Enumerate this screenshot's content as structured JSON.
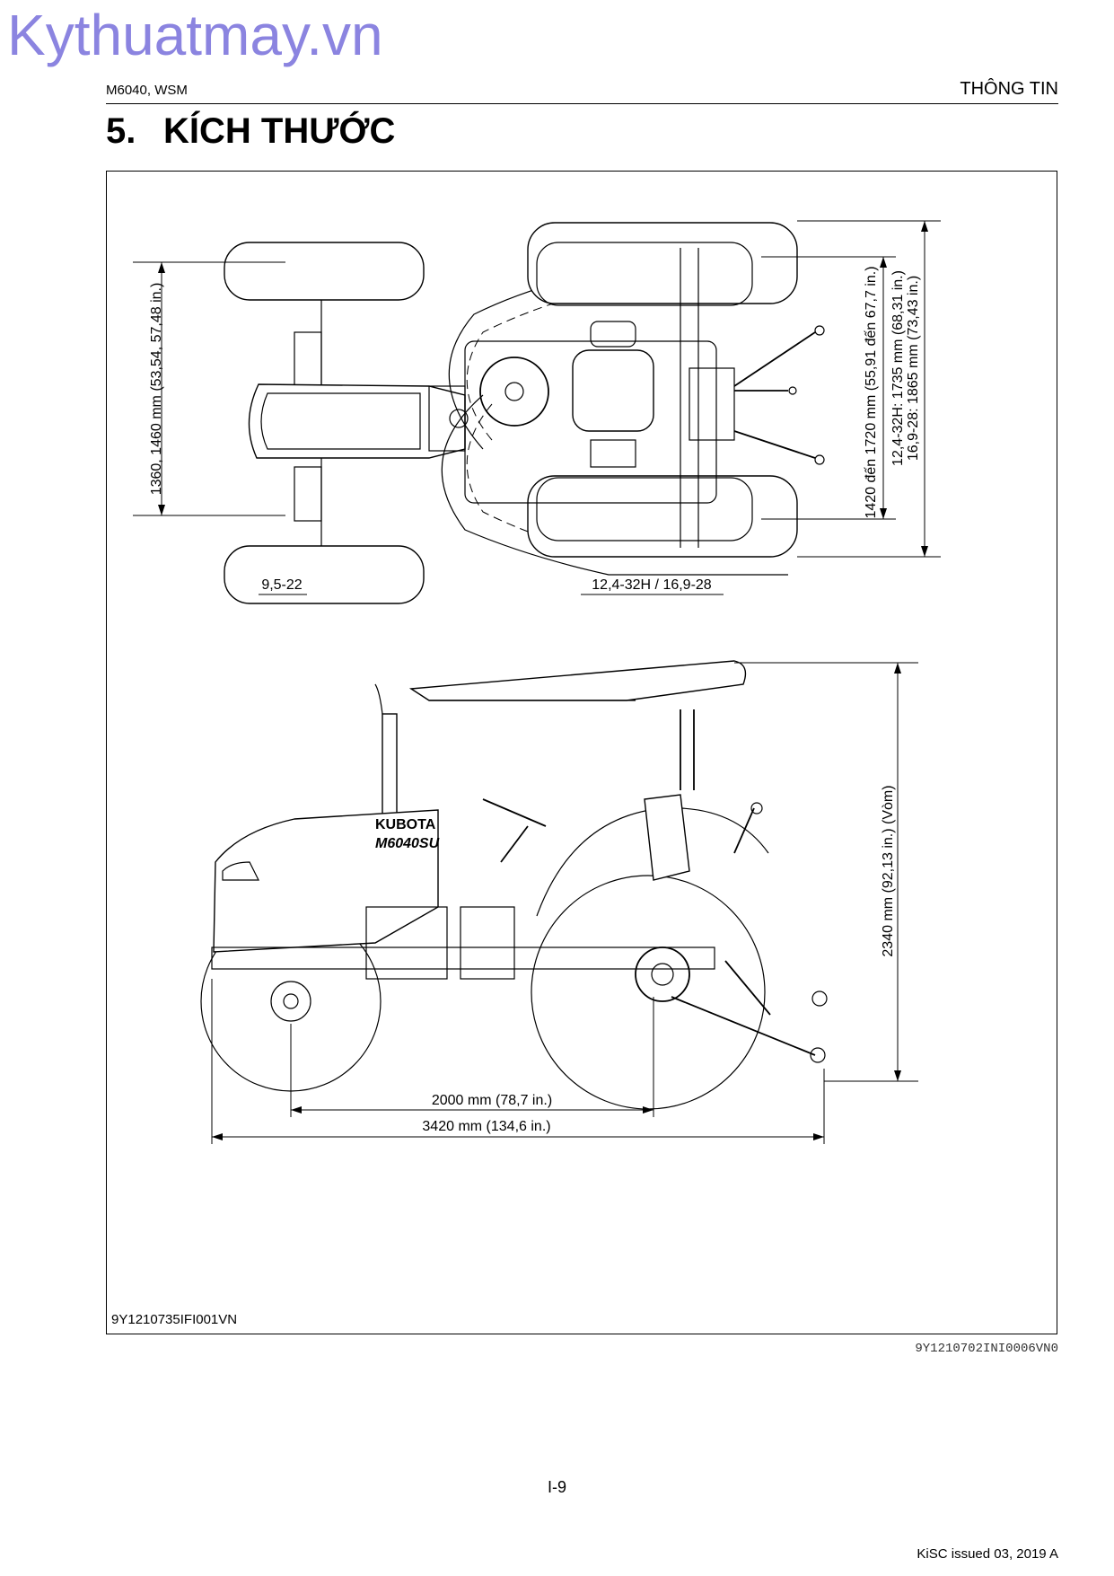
{
  "watermark": "Kythuatmay.vn",
  "header": {
    "left": "M6040, WSM",
    "right": "THÔNG TIN"
  },
  "section": {
    "number": "5.",
    "title": "KÍCH THƯỚC"
  },
  "top_view": {
    "front_width_dim": "1360, 1460 mm (53,54, 57,48 in.)",
    "rear_width_dim": "1420 đến 1720 mm (55,91 đến 67,7 in.)",
    "rear_width_dim_alt1": "12,4-32H: 1735 mm (68,31 in.)",
    "rear_width_dim_alt2": "16,9-28: 1865 mm (73,43 in.)",
    "front_tire_label": "9,5-22",
    "rear_tire_label": "12,4-32H / 16,9-28"
  },
  "side_view": {
    "height_dim": "2340 mm (92,13 in.) (Vòm)",
    "wheelbase_dim": "2000 mm (78,7 in.)",
    "length_dim": "3420 mm (134,6 in.)",
    "brand_label": "KUBOTA",
    "model_label": "M6040SU"
  },
  "figure_id": "9Y1210735IFI001VN",
  "doc_code": "9Y1210702INI0006VN0",
  "page_number": "I-9",
  "issue": "KiSC issued 03, 2019 A"
}
